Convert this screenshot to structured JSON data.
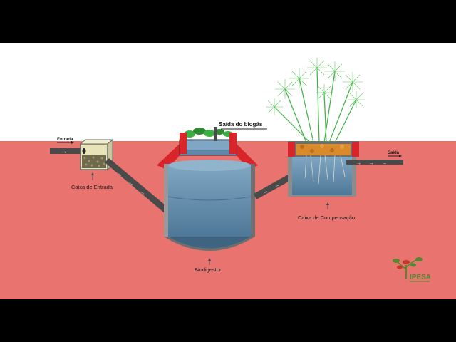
{
  "labels": {
    "entrada": "Entrada",
    "saida": "Saída",
    "saida_biogas": "Saída do biogás",
    "caixa_entrada": "Caixa de Entrada",
    "biodigestor": "Biodigestor",
    "caixa_compensacao": "Caixa de Compensação"
  },
  "logo": {
    "text": "IPESA"
  },
  "colors": {
    "letterbox": "#000000",
    "sky": "#ffffff",
    "soil": "#e8736f",
    "pipe": "#4a4a4a",
    "tank_wall": "#8c8c8c",
    "water": "#5f87a8",
    "seal_red": "#d9252a",
    "plant_green": "#3cb043",
    "substrate": "#d98a2b",
    "logo_green": "#4f8a2e",
    "logo_red": "#c0392b"
  },
  "icons": {
    "flow": "arrow-right-icon",
    "pointer": "arrow-up-icon",
    "plant": "papyrus-plant-icon",
    "logo": "tree-logo-icon"
  }
}
